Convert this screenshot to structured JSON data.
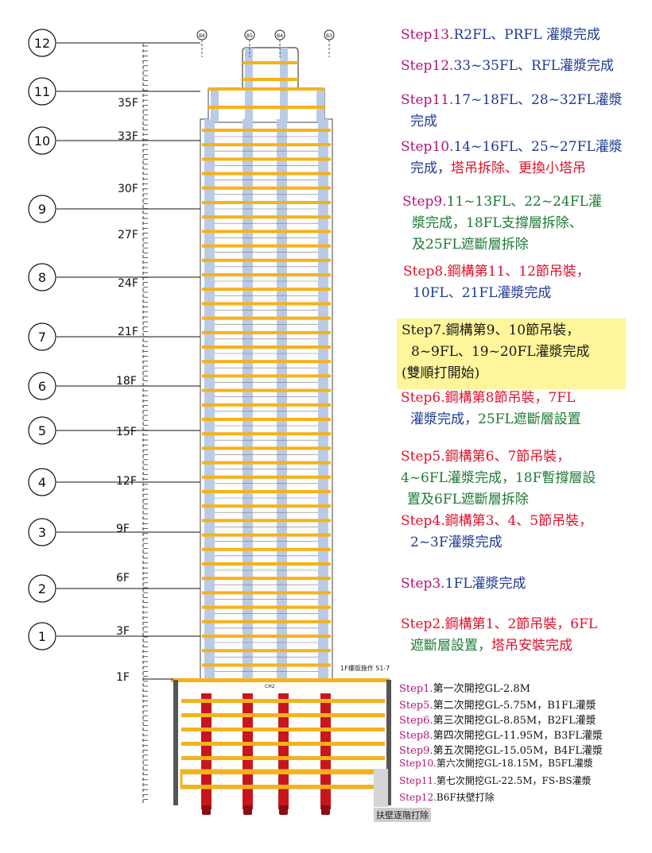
{
  "circle_labels": [
    "12",
    "11",
    "10",
    "9",
    "8",
    "7",
    "6",
    "5",
    "4",
    "3",
    "2",
    "1"
  ],
  "floor_labels": [
    "35F",
    "33F",
    "30F",
    "27F",
    "24F",
    "21F",
    "18F",
    "15F",
    "12F",
    "9F",
    "6F",
    "3F",
    "1F"
  ],
  "grid_labels": [
    "B6",
    "B5",
    "B4",
    "B3"
  ],
  "steps": [
    {
      "step": "Step13.",
      "lines": [
        "R2FL、PRFL 灌漿完成"
      ]
    },
    {
      "step": "Step12.",
      "lines": [
        "33~35FL、RFL灌漿完成"
      ]
    },
    {
      "step": "Step11.",
      "lines": [
        "17~18FL、28~32FL灌漿",
        "完成"
      ]
    },
    {
      "step": "Step10.",
      "lines": [
        "14~16FL、25~27FL灌漿",
        "完成，",
        "塔吊拆除、更換小塔吊"
      ]
    },
    {
      "step": "Step9.",
      "lines": [
        "11~13FL、22~24FL灌",
        "漿完成，18FL支撐層拆除、",
        "及25FL遮斷層拆除"
      ]
    },
    {
      "step": "Step8.",
      "lines": [
        "鋼構第11、12節吊裝，",
        "10FL、21FL灌漿完成"
      ]
    },
    {
      "step": "Step7.",
      "lines": [
        "鋼構第9、10節吊裝，",
        "8~9FL、19~20FL灌漿完成",
        "(雙順打開始)"
      ]
    },
    {
      "step": "Step6.",
      "lines": [
        "鋼構第8節吊裝，7FL",
        "灌漿完成，",
        "25FL遮斷層設置"
      ]
    },
    {
      "step": "Step5.",
      "lines": [
        "鋼構第6、7節吊裝，",
        "4~6FL灌漿完成，18F暫撐層設",
        "置及6FL遮斷層拆除"
      ]
    },
    {
      "step": "Step4.",
      "lines": [
        "鋼構第3、4、5節吊裝，",
        "2~3F灌漿完成"
      ]
    },
    {
      "step": "Step3.",
      "lines": [
        "1FL灌漿完成"
      ]
    },
    {
      "step": "Step2.",
      "lines": [
        "鋼構第1、2節吊裝，6FL",
        "遮斷層設置，",
        "塔吊安裝完成"
      ]
    }
  ],
  "excavation": [
    {
      "step": "Step1.",
      "text": "第一次開挖GL-2.8M"
    },
    {
      "step": "Step5.",
      "text": "第二次開挖GL-5.75M，B1FL灌漿"
    },
    {
      "step": "Step6.",
      "text": "第三次開挖GL-8.85M，B2FL灌漿"
    },
    {
      "step": "Step8.",
      "text": "第四次開挖GL-11.95M，B3FL灌漿"
    },
    {
      "step": "Step9.",
      "text": "第五次開挖GL-15.05M，B4FL灌漿"
    },
    {
      "step": "Step10.",
      "text": "第六次開挖GL-18.15M，B5FL灌漿"
    },
    {
      "step": "Step11.",
      "text": "第七次開挖GL-22.5M，FS-BS灌漿"
    },
    {
      "step": "Step12.",
      "text": "B6F扶壁打除"
    }
  ],
  "tag_1f": "1F樓版施作",
  "tag_s17": "S1-7",
  "tag_ch2": "CH2",
  "footer_tag": "扶壁逐階打除",
  "colors": {
    "beam": "#f5b21b",
    "column": "#b9cbe6",
    "pile": "#c8161d",
    "step_magenta": "#b0157a",
    "step_blue": "#1f3a93",
    "step_red": "#e0112b",
    "step_green": "#1f7a35",
    "highlight": "#fff59a"
  }
}
